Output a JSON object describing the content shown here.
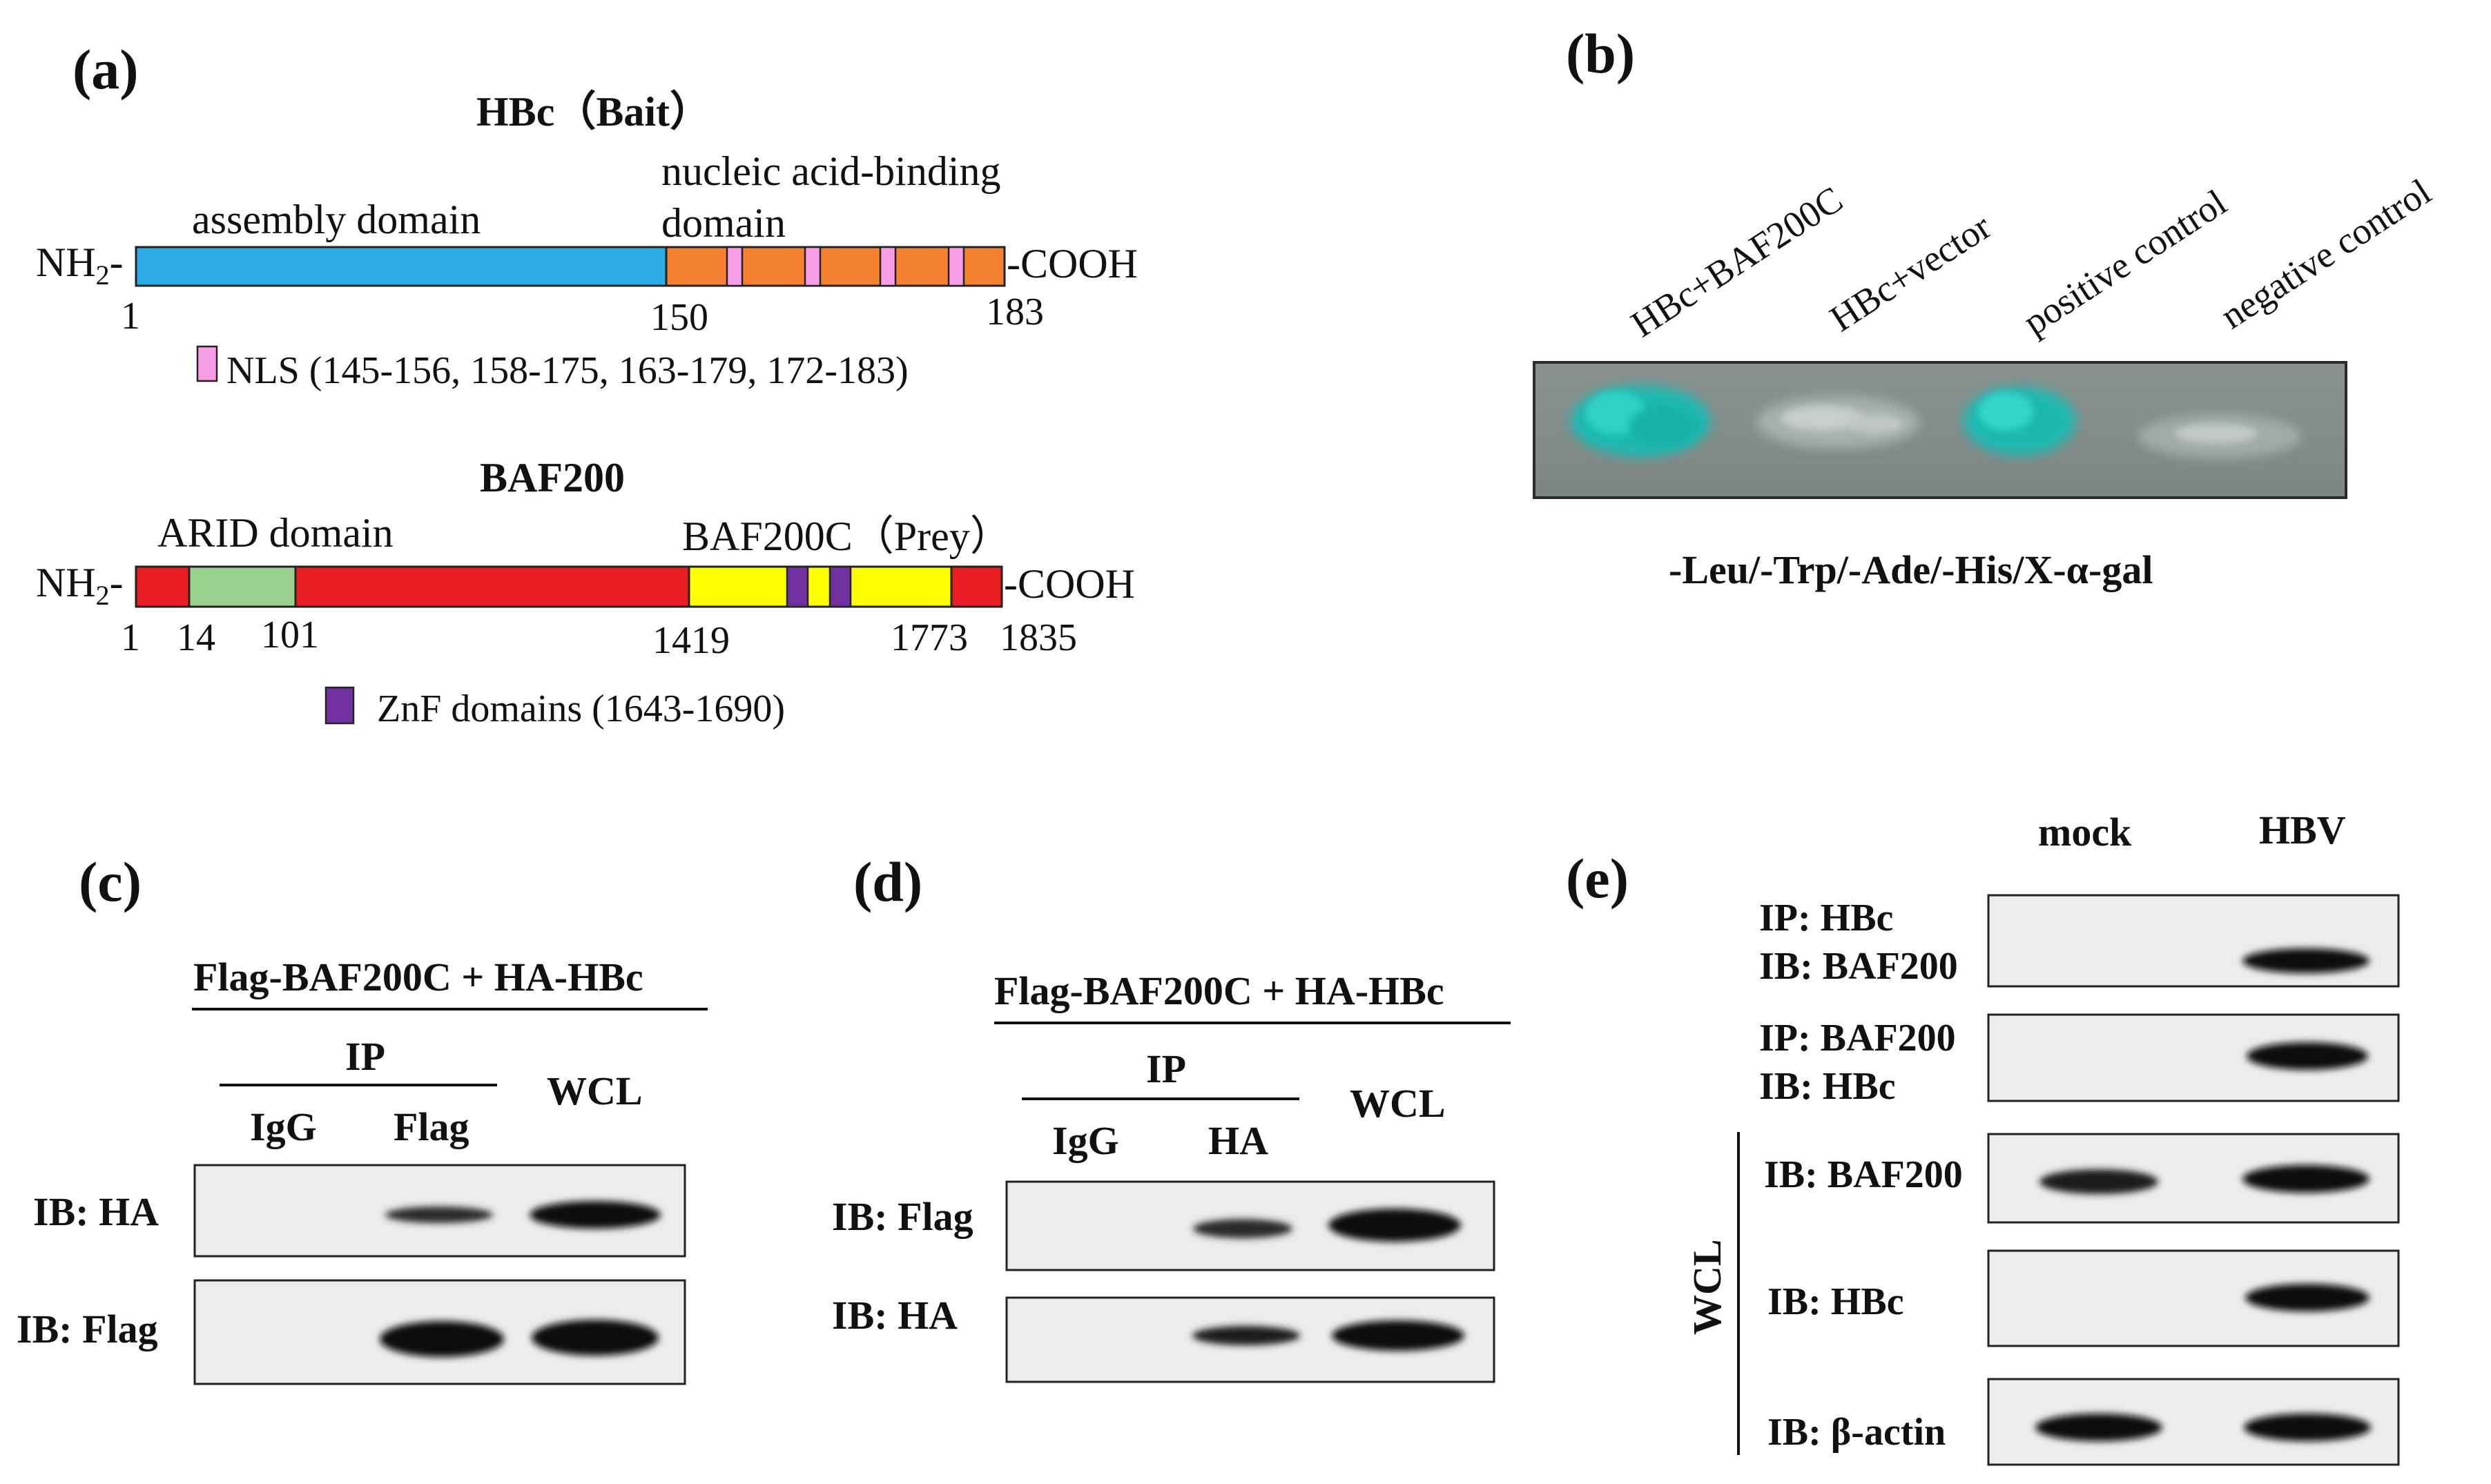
{
  "panel_labels": {
    "a": "(a)",
    "b": "(b)",
    "c": "(c)",
    "d": "(d)",
    "e": "(e)"
  },
  "panel_a": {
    "hbc": {
      "title": "HBc（Bait）",
      "nh2": "NH",
      "nh2_sub": "2",
      "nh2_dash": "-",
      "cooh": "-COOH",
      "assembly_domain": "assembly domain",
      "nab_line1": "nucleic acid-binding",
      "nab_line2": "domain",
      "pos_start": "1",
      "pos_mid": "150",
      "pos_end": "183",
      "nls_legend": "NLS (145-156, 158-175, 163-179, 172-183)",
      "colors": {
        "assembly": "#2eaae6",
        "nab": "#f58231",
        "nls": "#f79ce6"
      }
    },
    "baf200": {
      "title": "BAF200",
      "nh2": "NH",
      "nh2_sub": "2",
      "nh2_dash": "-",
      "cooh": "-COOH",
      "arid_domain": "ARID domain",
      "prey_label": "BAF200C（Prey）",
      "pos_1": "1",
      "pos_14": "14",
      "pos_101": "101",
      "pos_1419": "1419",
      "pos_1773": "1773",
      "pos_1835": "1835",
      "znf_legend": "ZnF domains (1643-1690)",
      "colors": {
        "body": "#ec1c24",
        "arid": "#99d18f",
        "prey": "#ffff00",
        "znf": "#7030a0"
      }
    }
  },
  "panel_b": {
    "columns": [
      "HBc+BAF200C",
      "HBc+vector",
      "positive control",
      "negative control"
    ],
    "medium": "-Leu/-Trp/-Ade/-His/X-α-gal"
  },
  "panel_c": {
    "header": "Flag-BAF200C + HA-HBc",
    "ip": "IP",
    "lanes": [
      "IgG",
      "Flag",
      "WCL"
    ],
    "rows": [
      "IB: HA",
      "IB: Flag"
    ]
  },
  "panel_d": {
    "header": "Flag-BAF200C + HA-HBc",
    "ip": "IP",
    "lanes": [
      "IgG",
      "HA",
      "WCL"
    ],
    "rows": [
      "IB: Flag",
      "IB: HA"
    ]
  },
  "panel_e": {
    "lanes": [
      "mock",
      "HBV"
    ],
    "ip_blots": [
      {
        "line1": "IP: HBc",
        "line2": "IB: BAF200"
      },
      {
        "line1": "IP: BAF200",
        "line2": "IB: HBc"
      }
    ],
    "wcl_label": "WCL",
    "wcl_rows": [
      "IB: BAF200",
      "IB: HBc",
      "IB: β-actin"
    ]
  }
}
